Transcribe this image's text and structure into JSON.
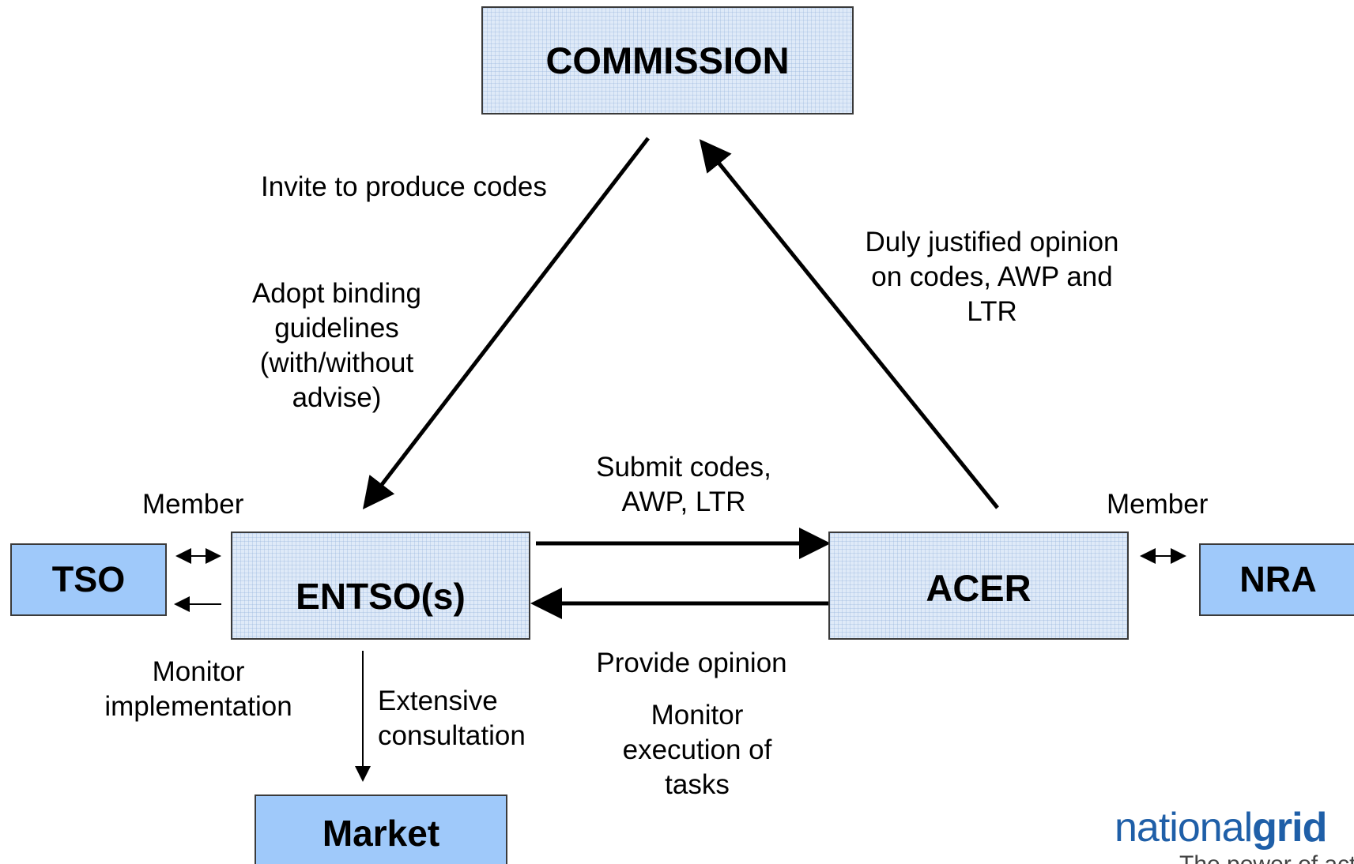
{
  "nodes": {
    "commission": "COMMISSION",
    "entso": "ENTSO(s)",
    "acer": "ACER",
    "tso": "TSO",
    "nra": "NRA",
    "market": "Market"
  },
  "labels": {
    "invite": "Invite to produce codes",
    "adopt": [
      "Adopt binding",
      "guidelines",
      "(with/without",
      "advise)"
    ],
    "duly": [
      "Duly justified opinion",
      "on codes, AWP and",
      "LTR"
    ],
    "submit": [
      "Submit codes,",
      "AWP, LTR"
    ],
    "provide": "Provide opinion",
    "monitor_execution": [
      "Monitor",
      "execution of",
      "tasks"
    ],
    "member_left": "Member",
    "member_right": "Member",
    "monitor_impl": [
      "Monitor",
      "implementation"
    ],
    "consultation": [
      "Extensive",
      "consultation"
    ]
  },
  "logo": {
    "wordmark_light": "national",
    "wordmark_bold": "grid",
    "tagline": "The power of action"
  },
  "colors": {
    "box_grid": "#dfeaf8",
    "box_solid": "#9fc9fa",
    "logo": "#1f5fa8"
  }
}
